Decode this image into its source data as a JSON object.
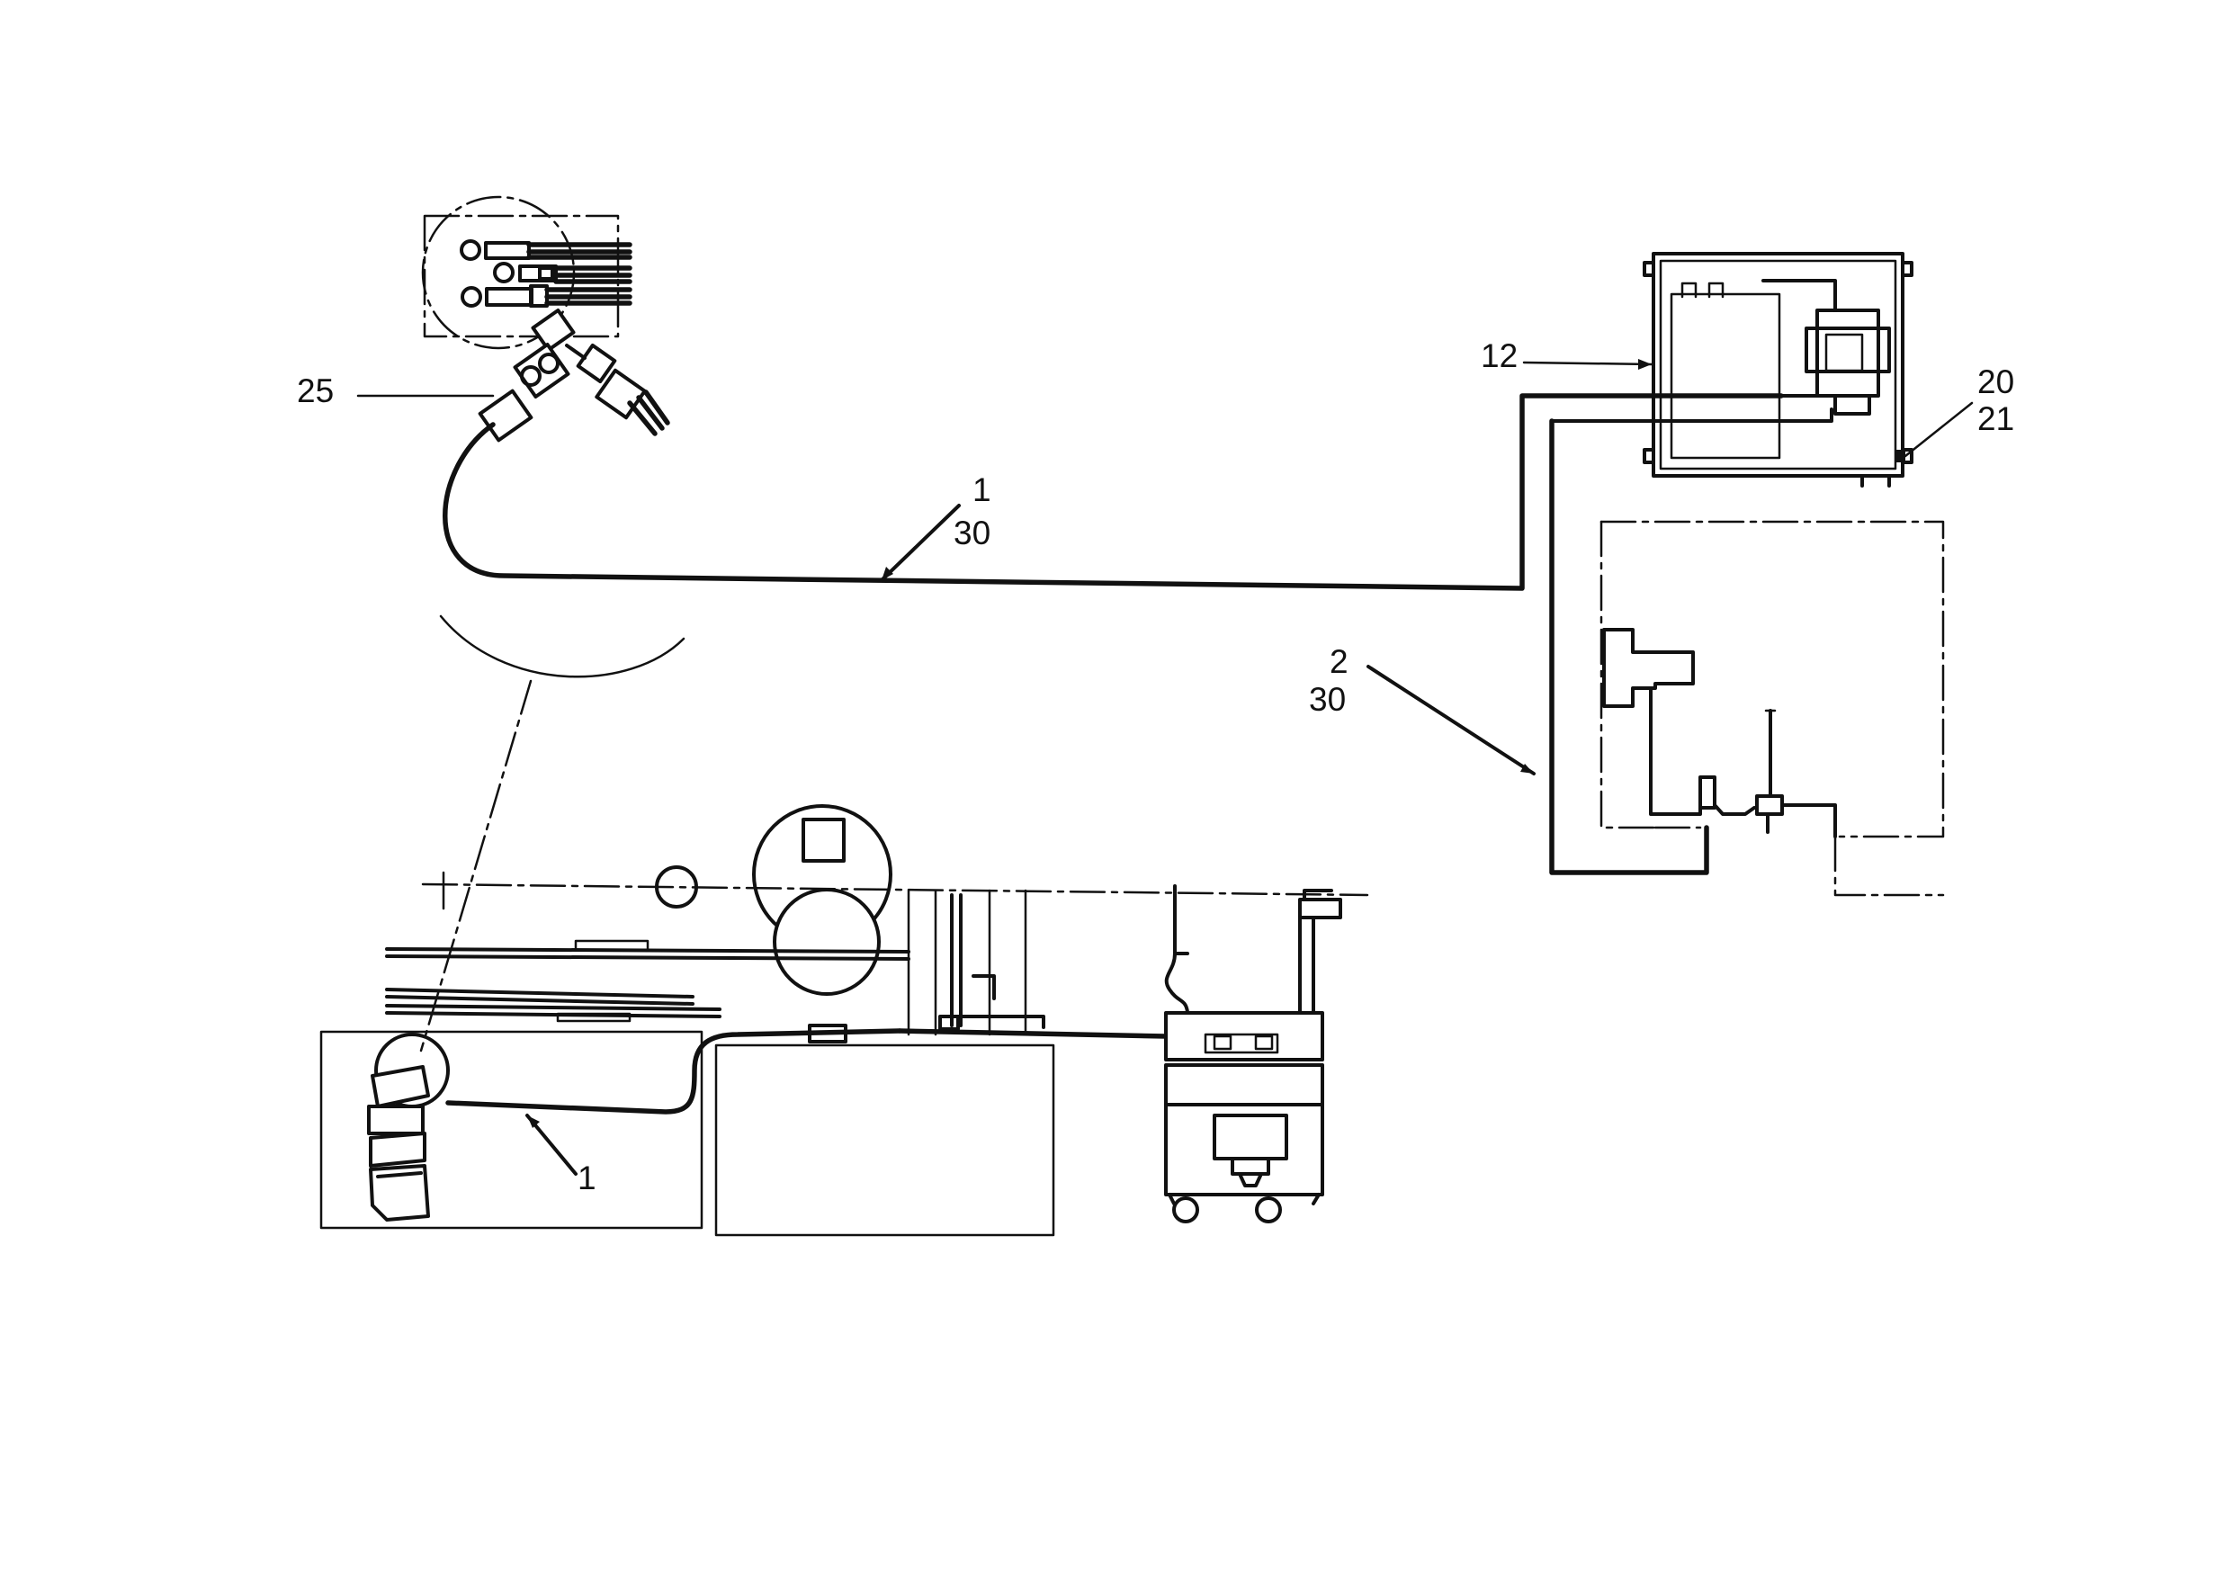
{
  "callouts": {
    "c25": "25",
    "c12": "12",
    "c20": "20",
    "c21": "21",
    "c1_top": "1",
    "c30_top": "30",
    "c2": "2",
    "c30_right": "30",
    "c1_bottom": "1"
  }
}
